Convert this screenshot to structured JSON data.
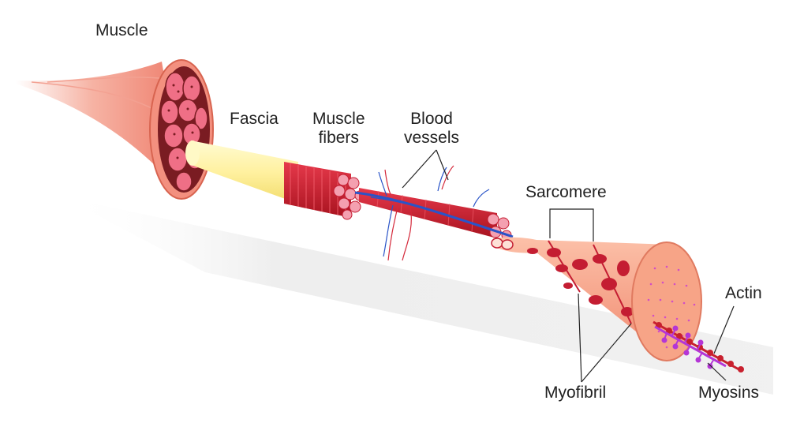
{
  "labels": {
    "muscle": "Muscle",
    "fascia": "Fascia",
    "muscle_fibers_line1": "Muscle",
    "muscle_fibers_line2": "fibers",
    "blood_vessels_line1": "Blood",
    "blood_vessels_line2": "vessels",
    "sarcomere": "Sarcomere",
    "actin": "Actin",
    "myofibril": "Myofibril",
    "myosins": "Myosins"
  },
  "colors": {
    "muscle_red": "#d4283a",
    "muscle_pink": "#f08a8e",
    "fascia_yellow": "#fff3a0",
    "myofibril_salmon": "#f7a487",
    "vessel_blue": "#2a54c8",
    "myosin_purple": "#b436d6",
    "actin_red": "#c8202e",
    "shadow": "#e6e6e6"
  }
}
